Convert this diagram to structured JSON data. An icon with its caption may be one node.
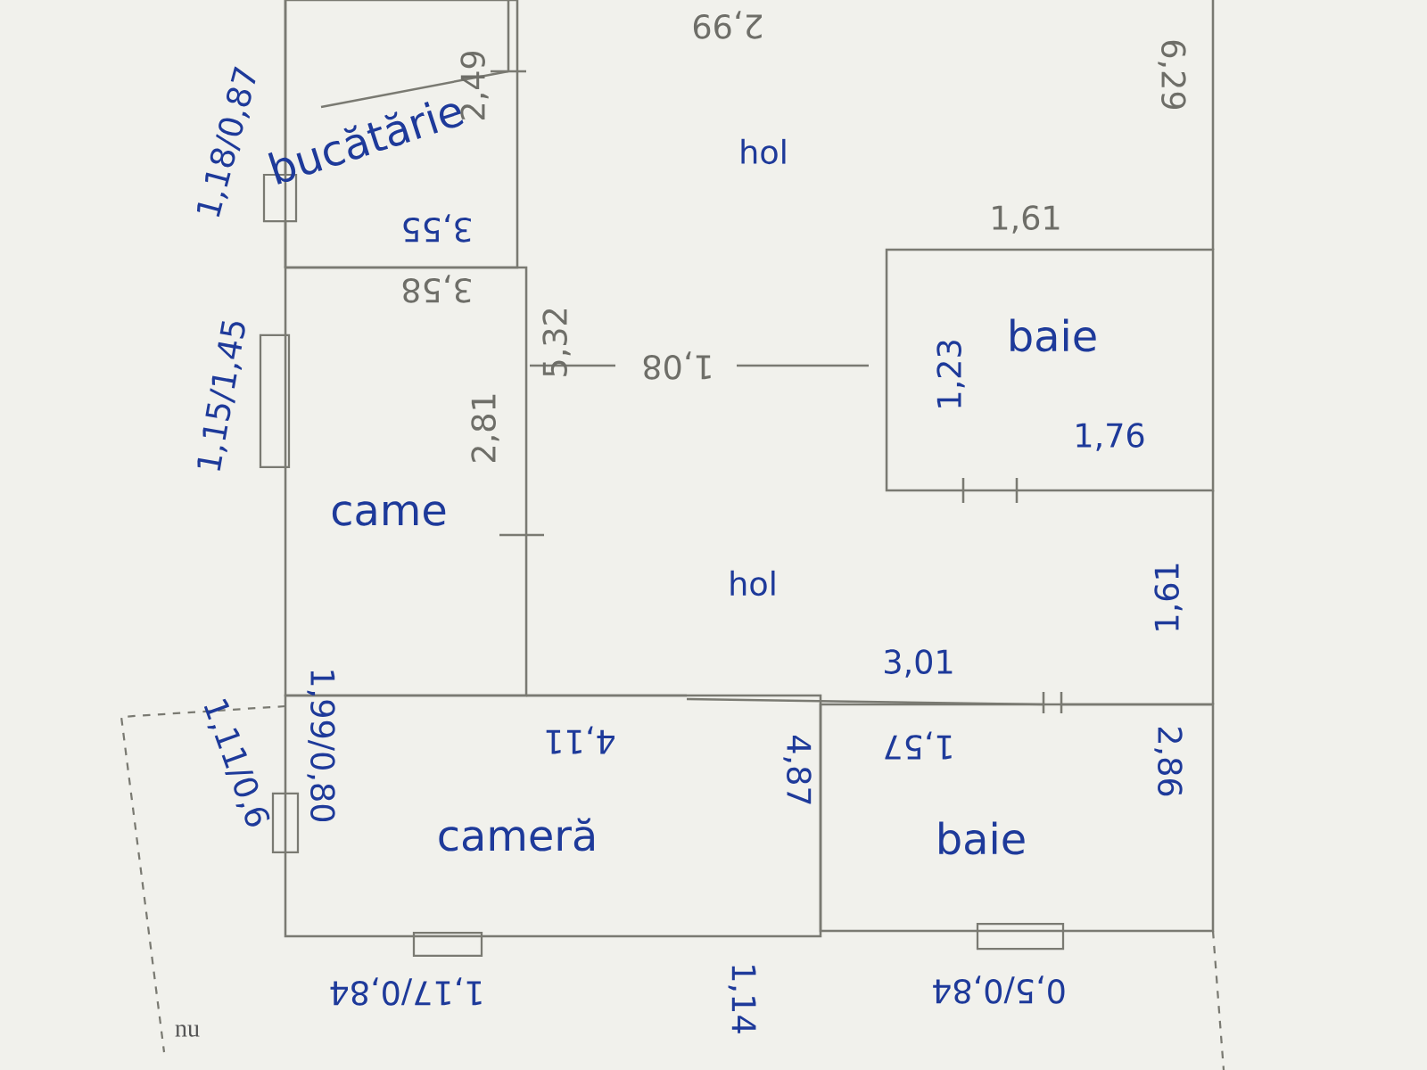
{
  "diagram": {
    "nodes": [
      {
        "text": [
          "bucătărie"
        ]
      },
      {
        "text": [
          "came"
        ]
      },
      {
        "text": [
          "baie"
        ]
      },
      {
        "text": [
          "cameră"
        ]
      },
      {
        "text": [
          "baie"
        ]
      }
    ],
    "labels": [
      "2,99",
      "6,29",
      "2,49",
      "1,18/0,87",
      "hol",
      "1,61",
      "3,55",
      "3,58",
      "5,32",
      "1,08",
      "1,23",
      "1,15/1,45",
      "2,81",
      "1,76",
      "hol",
      "1,61",
      "3,01",
      "1,99/0,80",
      "1,11/0,6",
      "4,11",
      "1,57",
      "4,87",
      "2,86",
      "1,17/0,84",
      "1,14",
      "0,5/0,84",
      "nu"
    ]
  }
}
